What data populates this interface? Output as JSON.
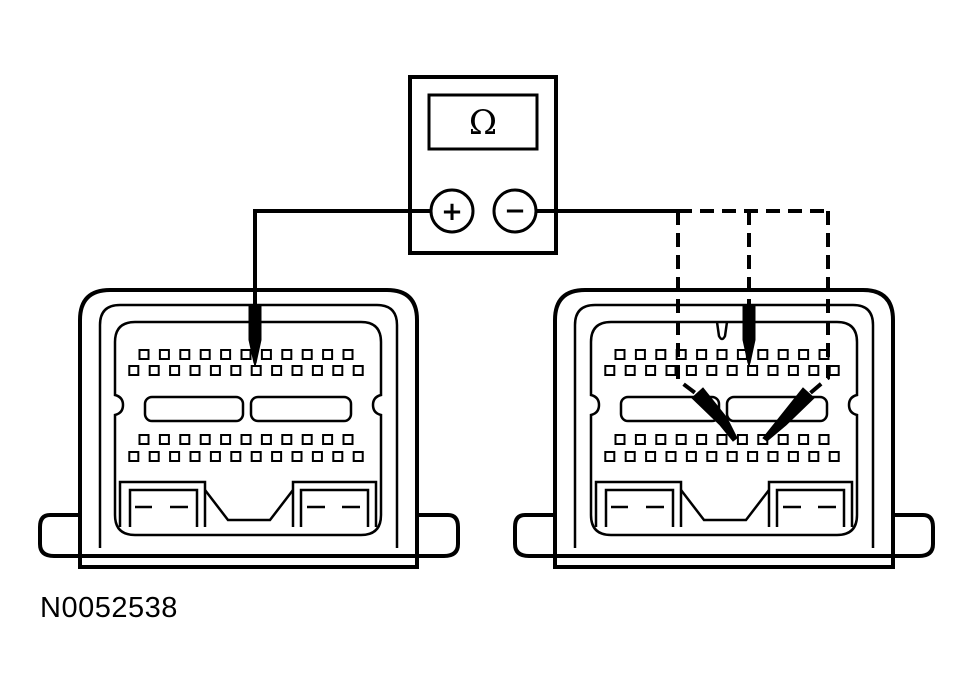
{
  "meter": {
    "display_symbol": "Ω",
    "positive_terminal": "+",
    "negative_terminal": "−"
  },
  "figure_id": "N0052538",
  "connector_rows": {
    "row1_pins": 11,
    "row2_pins": 12,
    "row3_pins": 11,
    "row4_pins": 12
  },
  "wire_styles": {
    "primary": "solid",
    "alternate": "dashed"
  }
}
